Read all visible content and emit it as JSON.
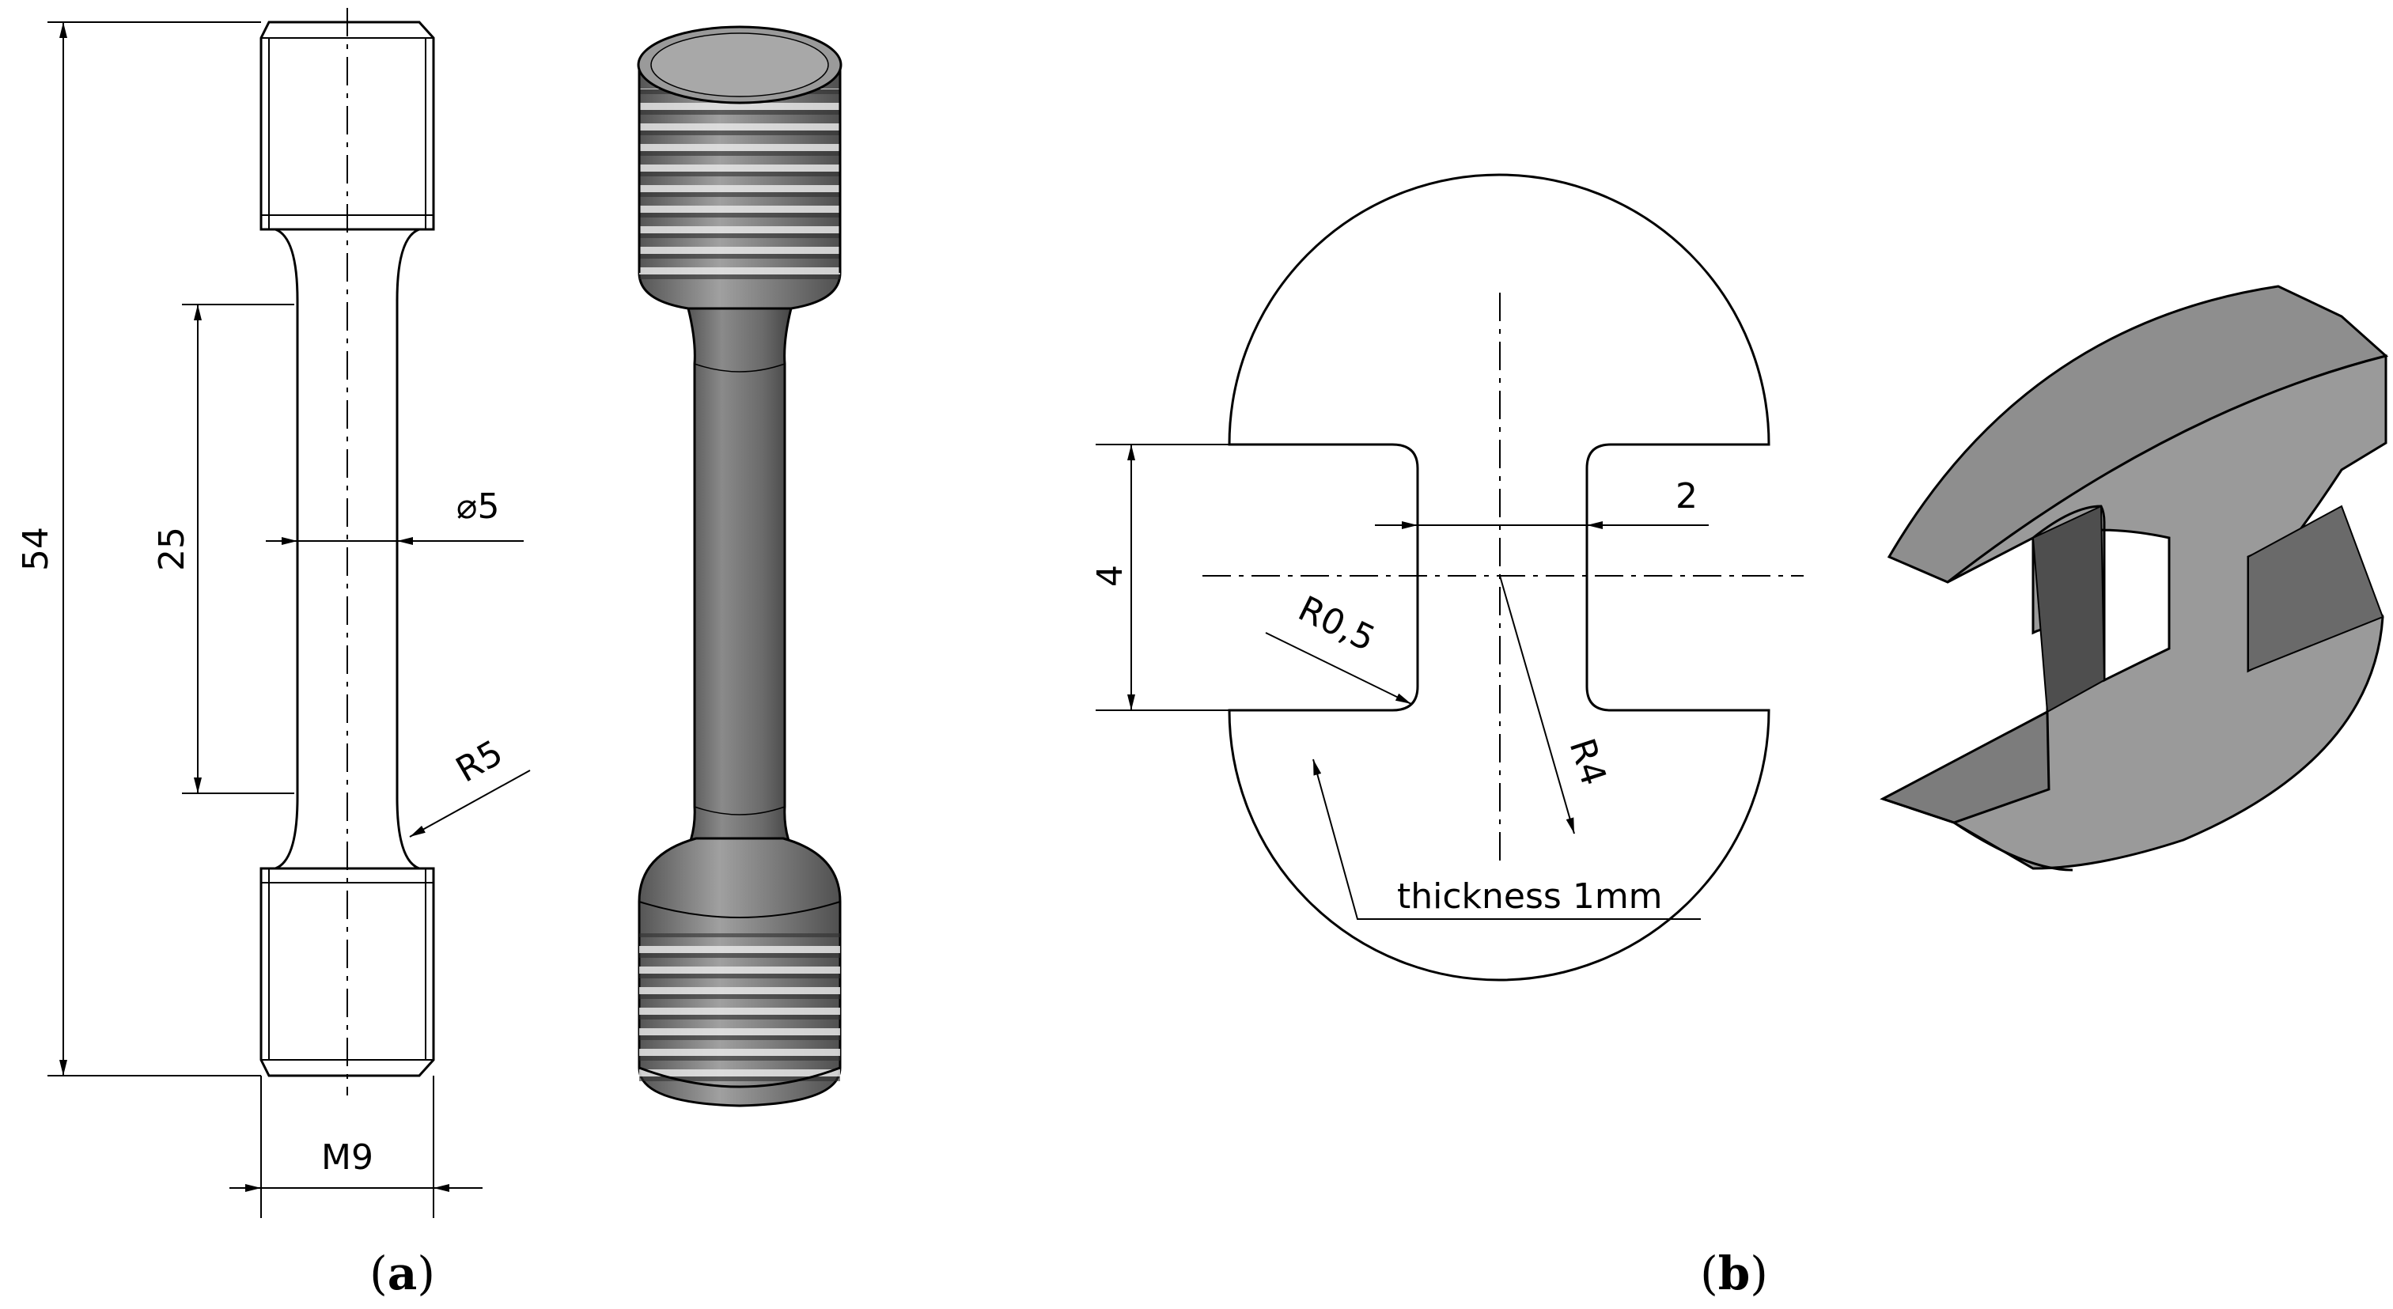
{
  "panel_a": {
    "caption_open": "(",
    "caption_letter": "a",
    "caption_close": ")",
    "dim_overall_length": "54",
    "dim_gauge_length": "25",
    "dim_diameter": "⌀5",
    "dim_fillet_radius": "R5",
    "dim_thread": "M9"
  },
  "panel_b": {
    "caption_open": "(",
    "caption_letter": "b",
    "caption_close": ")",
    "dim_slot_height": "4",
    "dim_web_width": "2",
    "dim_corner_radius": "R0,5",
    "dim_outer_radius": "R4",
    "note_thickness": "thickness 1mm"
  },
  "colors": {
    "line": "#000000",
    "shade_dark": "#5a5a5a",
    "shade_mid": "#8c8c8c",
    "shade_light": "#bdbdbd",
    "face": "#9e9e9e"
  }
}
